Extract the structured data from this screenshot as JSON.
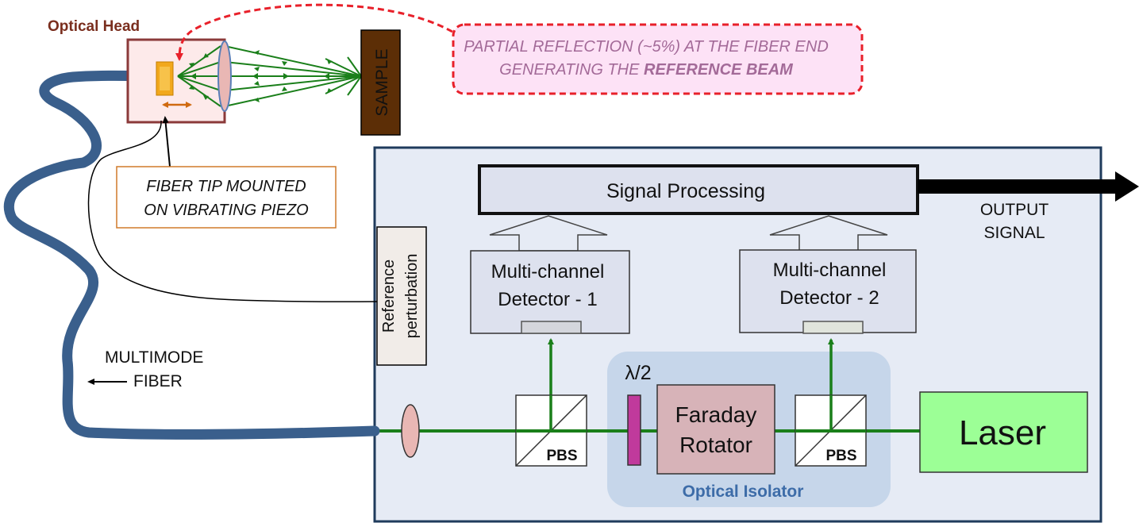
{
  "labels": {
    "optical_head": "Optical Head",
    "sample": "SAMPLE",
    "callout_line1": "PARTIAL REFLECTION  (~5%) AT THE FIBER END",
    "callout_line2_prefix": "GENERATING THE ",
    "callout_line2_bold": "REFERENCE BEAM",
    "fiber_tip_line1": "FIBER TIP MOUNTED",
    "fiber_tip_line2": "ON VIBRATING PIEZO",
    "multimode_line1": "MULTIMODE",
    "multimode_line2": "FIBER",
    "reference_line1": "Reference",
    "reference_line2": "perturbation",
    "signal_processing": "Signal Processing",
    "output_line1": "OUTPUT",
    "output_line2": "SIGNAL",
    "detector1_line1": "Multi-channel",
    "detector1_line2": "Detector - 1",
    "detector2_line1": "Multi-channel",
    "detector2_line2": "Detector - 2",
    "half_wave": "λ/2",
    "faraday_line1": "Faraday",
    "faraday_line2": "Rotator",
    "pbs1": "PBS",
    "pbs2": "PBS",
    "laser": "Laser",
    "optical_isolator": "Optical Isolator"
  },
  "colors": {
    "fiber": "#3a5f8c",
    "beam": "#1a7f1a",
    "head_border": "#8b3a3a",
    "head_title": "#7a2e1e",
    "callout_border": "#e8202a",
    "callout_fill": "#fde2f6",
    "callout_text": "#a36a98",
    "system_border": "#1f3b5c",
    "system_fill": "#e6ebf5",
    "isolator_fill": "#c6d6ea",
    "isolator_text": "#3d6ca8",
    "laser_fill": "#9cff96",
    "faraday_fill": "#d7b3b8",
    "waveplate_fill": "#c03a9c",
    "sample_fill": "#5c2e06",
    "piezo_fill": "#f2a81c",
    "arrow_orange": "#d06a10",
    "fiber_tip_border": "#d07a2a"
  }
}
